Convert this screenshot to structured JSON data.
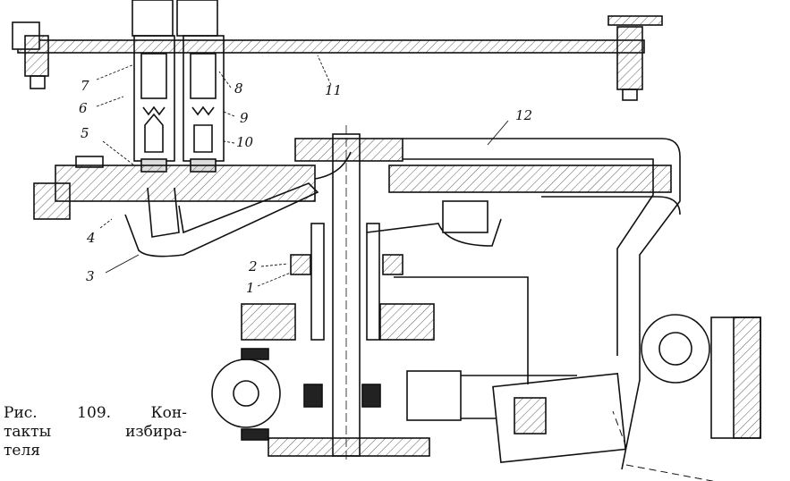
{
  "figure": {
    "caption_lines": [
      "Рис. 109. Кон-",
      "такты избира-",
      "теля"
    ],
    "labels": {
      "l1": "1",
      "l2": "2",
      "l3": "3",
      "l4": "4",
      "l5": "5",
      "l6": "6",
      "l7": "7",
      "l8": "8",
      "l9": "9",
      "l10": "10",
      "l11": "11",
      "l12": "12"
    }
  }
}
